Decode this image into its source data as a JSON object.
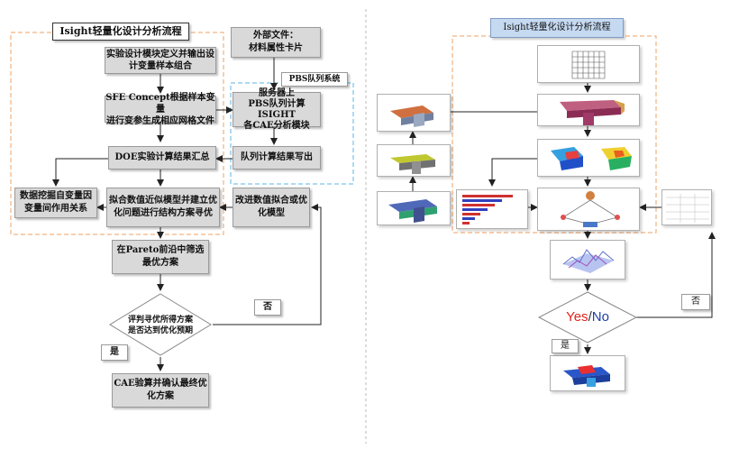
{
  "left": {
    "title": "Isight轻量化设计分析流程",
    "external_file": [
      "外部文件：",
      "材料属性卡片"
    ],
    "pbs_label": "PBS队列系统",
    "step_doe_define": [
      "实验设计模块定义并输出设",
      "计变量样本组合"
    ],
    "step_sfe": [
      "SFE Concept根据样本变量",
      "进行变参生成相应网格文件"
    ],
    "step_server": [
      "服务器上",
      "PBS队列计算ISIGHT",
      "各CAE分析模块"
    ],
    "step_doe_summary": "DOE实验计算结果汇总",
    "step_queue_out": "队列计算结果写出",
    "step_datamining": [
      "数据挖掘自变量因",
      "变量间作用关系"
    ],
    "step_fit": [
      "拟合数值近似模型并建立优",
      "化问题进行结构方案寻优"
    ],
    "step_improve": [
      "改进数值拟合或优",
      "化模型"
    ],
    "step_pareto": [
      "在Pareto前沿中筛选",
      "最优方案"
    ],
    "decision": [
      "评判寻优所得方案",
      "是否达到优化预期"
    ],
    "no_label": "否",
    "yes_label": "是",
    "step_cae": [
      "CAE验算并确认最终优",
      "化方案"
    ]
  },
  "right": {
    "title": "Isight轻量化设计分析流程",
    "decision_yes": "Yes",
    "decision_sep": "/",
    "decision_no": "No",
    "no_label": "否",
    "yes_label": "是"
  },
  "colors": {
    "dashed_orange": "#f0a060",
    "dashed_blue": "#5ab4e8",
    "box_gray": "#d9d9d9",
    "title_blue": "#c5d9f1",
    "yes_red": "#e0241b",
    "no_blue": "#1f3fa8"
  }
}
